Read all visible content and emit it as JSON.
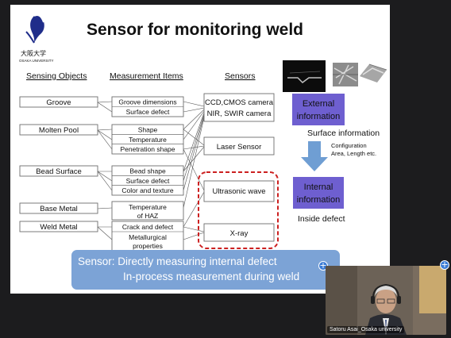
{
  "slide": {
    "title": "Sensor for monitoring weld",
    "logo": {
      "name": "osaka-university-logo",
      "text_jp": "大阪大学",
      "text_en": "OSAKA UNIVERSITY"
    },
    "headers": {
      "objects": "Sensing Objects",
      "items": "Measurement Items",
      "sensors": "Sensors"
    },
    "objects": [
      "Groove",
      "Molten Pool",
      "Bead Surface",
      "Base Metal",
      "Weld Metal"
    ],
    "items": [
      "Groove dimensions",
      "Surface defect",
      "Shape",
      "Temperature",
      "Penetration  shape",
      "Bead shape",
      "Surface defect",
      "Color and texture",
      "Temperature",
      "of HAZ",
      "Crack and defect",
      "Metallurgical",
      "properties"
    ],
    "sensors": {
      "camera_line1": "CCD,CMOS camera",
      "camera_line2": "NIR, SWIR camera",
      "laser": "Laser Sensor",
      "ultrasonic": "Ultrasonic wave",
      "xray": "X-ray"
    },
    "external": {
      "line1": "External",
      "line2": "information"
    },
    "surface_info": "Surface information",
    "config": {
      "line1": "Configuration",
      "line2": "Area, Length etc."
    },
    "internal": {
      "line1": "Internal",
      "line2": "information"
    },
    "inside_defect": "Inside defect",
    "colors": {
      "info_box": "#6e5fd0",
      "arrow": "#6f9ed3",
      "highlight": "#cc2020",
      "banner": "#7ca3d6"
    }
  },
  "banner": {
    "line1": "Sensor:  Directly measuring internal defect",
    "line2": "In-process measurement during weld"
  },
  "video": {
    "participant_name": "Satoru Asai_Osaka university"
  }
}
